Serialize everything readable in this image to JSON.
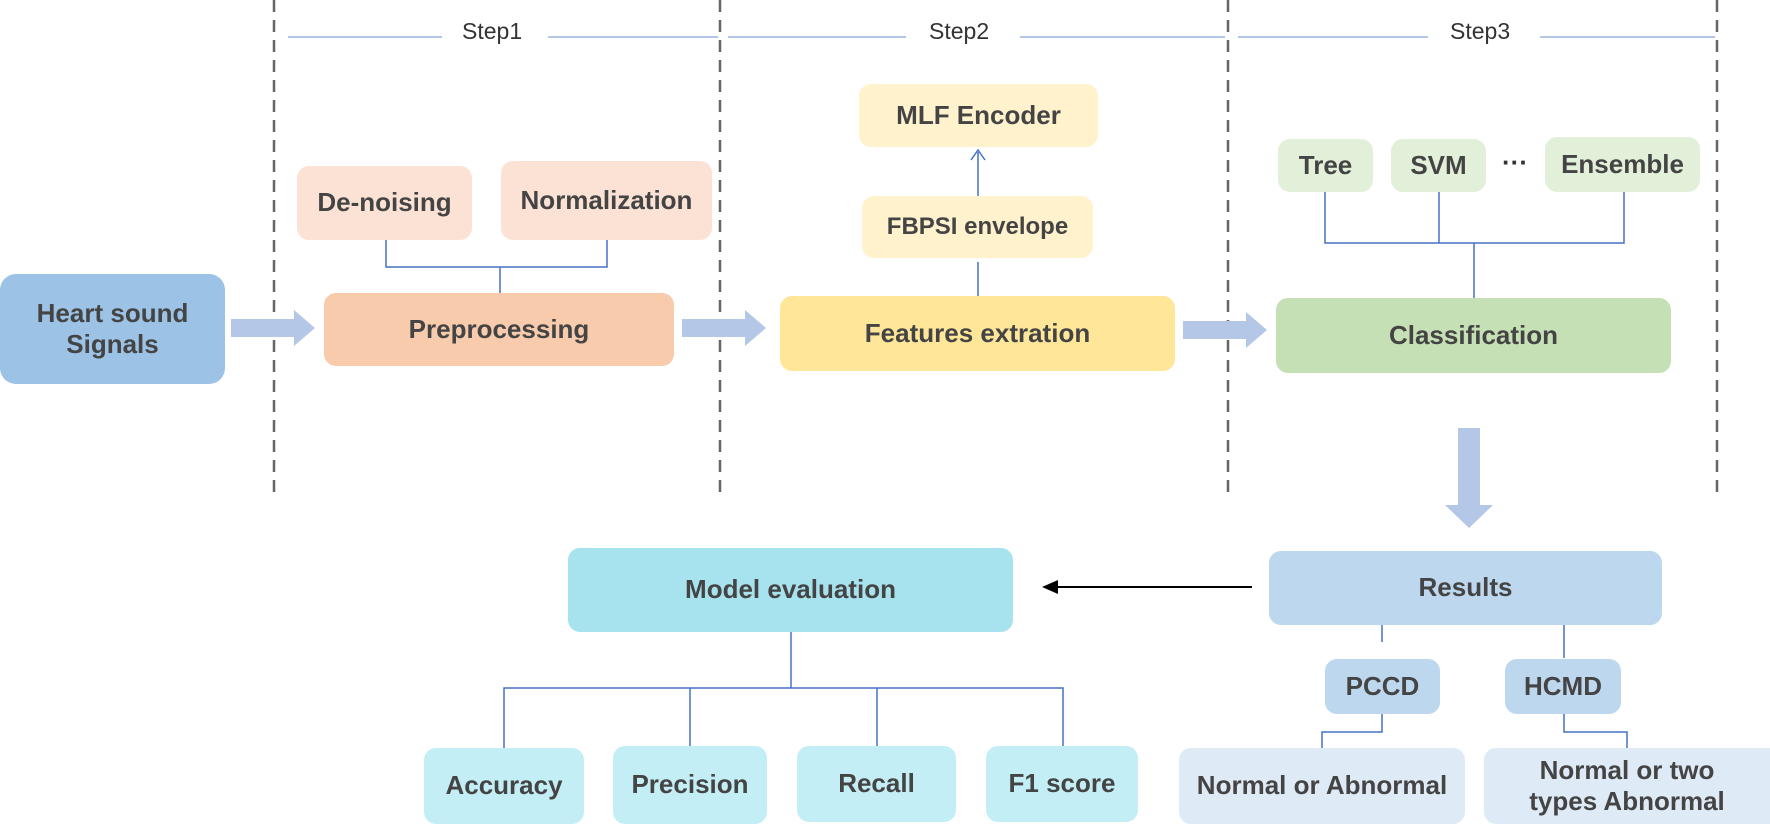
{
  "steps": {
    "s1": "Step1",
    "s2": "Step2",
    "s3": "Step3"
  },
  "nodes": {
    "heart_sound": "Heart sound Signals",
    "denoising": "De-noising",
    "normalization": "Normalization",
    "preprocessing": "Preprocessing",
    "mlf_encoder": "MLF Encoder",
    "fbpsi": "FBPSI envelope",
    "features": "Features extration",
    "tree": "Tree",
    "svm": "SVM",
    "ellipsis": "···",
    "ensemble": "Ensemble",
    "classification": "Classification",
    "results": "Results",
    "pccd": "PCCD",
    "hcmd": "HCMD",
    "normal_abnormal": "Normal or Abnormal",
    "normal_two_types": "Normal or two types Abnormal",
    "model_evaluation": "Model evaluation",
    "accuracy": "Accuracy",
    "precision": "Precision",
    "recall": "Recall",
    "f1": "F1 score"
  },
  "colors": {
    "blue": "#9cc2e6",
    "orange_light": "#fbe2d5",
    "orange": "#f8cbad",
    "yellow_light": "#fff2cc",
    "yellow": "#ffe699",
    "green_light": "#e2f0d9",
    "green": "#c5e0b4",
    "cyan": "#a7e3ef",
    "cyan_light": "#c4eef5",
    "results": "#bdd7ee",
    "results_sub": "#deebf7",
    "connector": "#4472c4"
  }
}
